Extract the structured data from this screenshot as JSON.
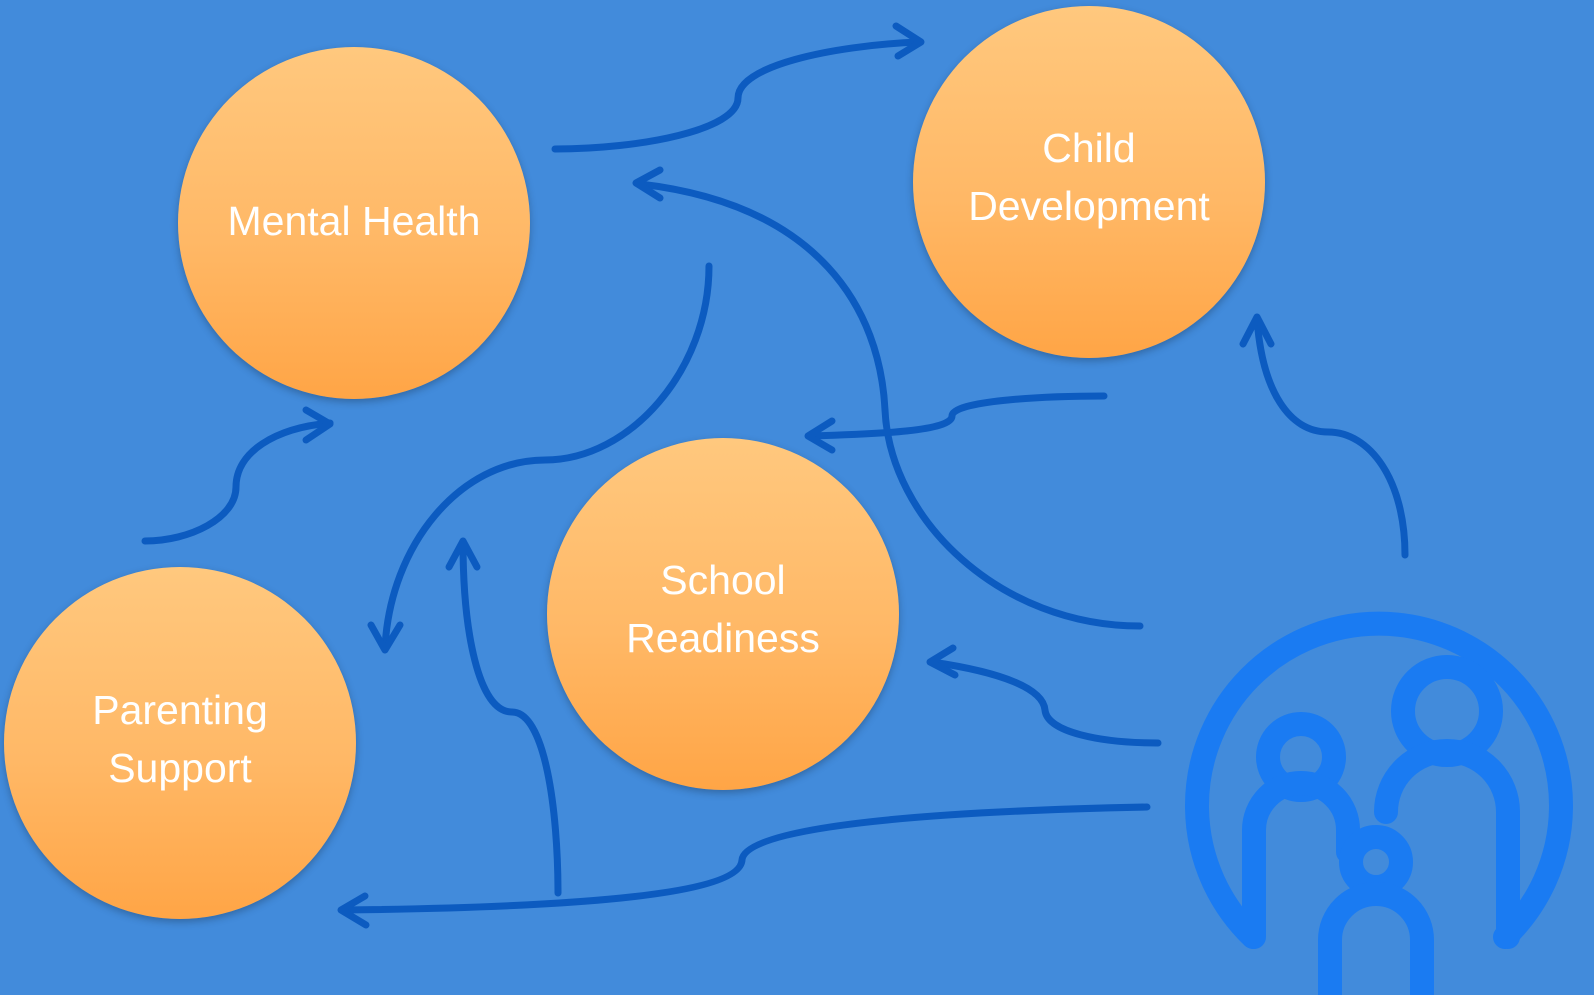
{
  "nodes": {
    "mental_health": "Mental Health",
    "child_development": "Child\nDevelopment",
    "school_readiness": "School\nReadiness",
    "parenting_support": "Parenting\nSupport"
  },
  "icons": {
    "family": "family-icon"
  },
  "colors": {
    "background": "#428BDB",
    "node_fill": "#FFB866",
    "node_text": "#FFFFFF",
    "arrow": "#0C5BC0",
    "family_icon": "#1A7BF2"
  }
}
